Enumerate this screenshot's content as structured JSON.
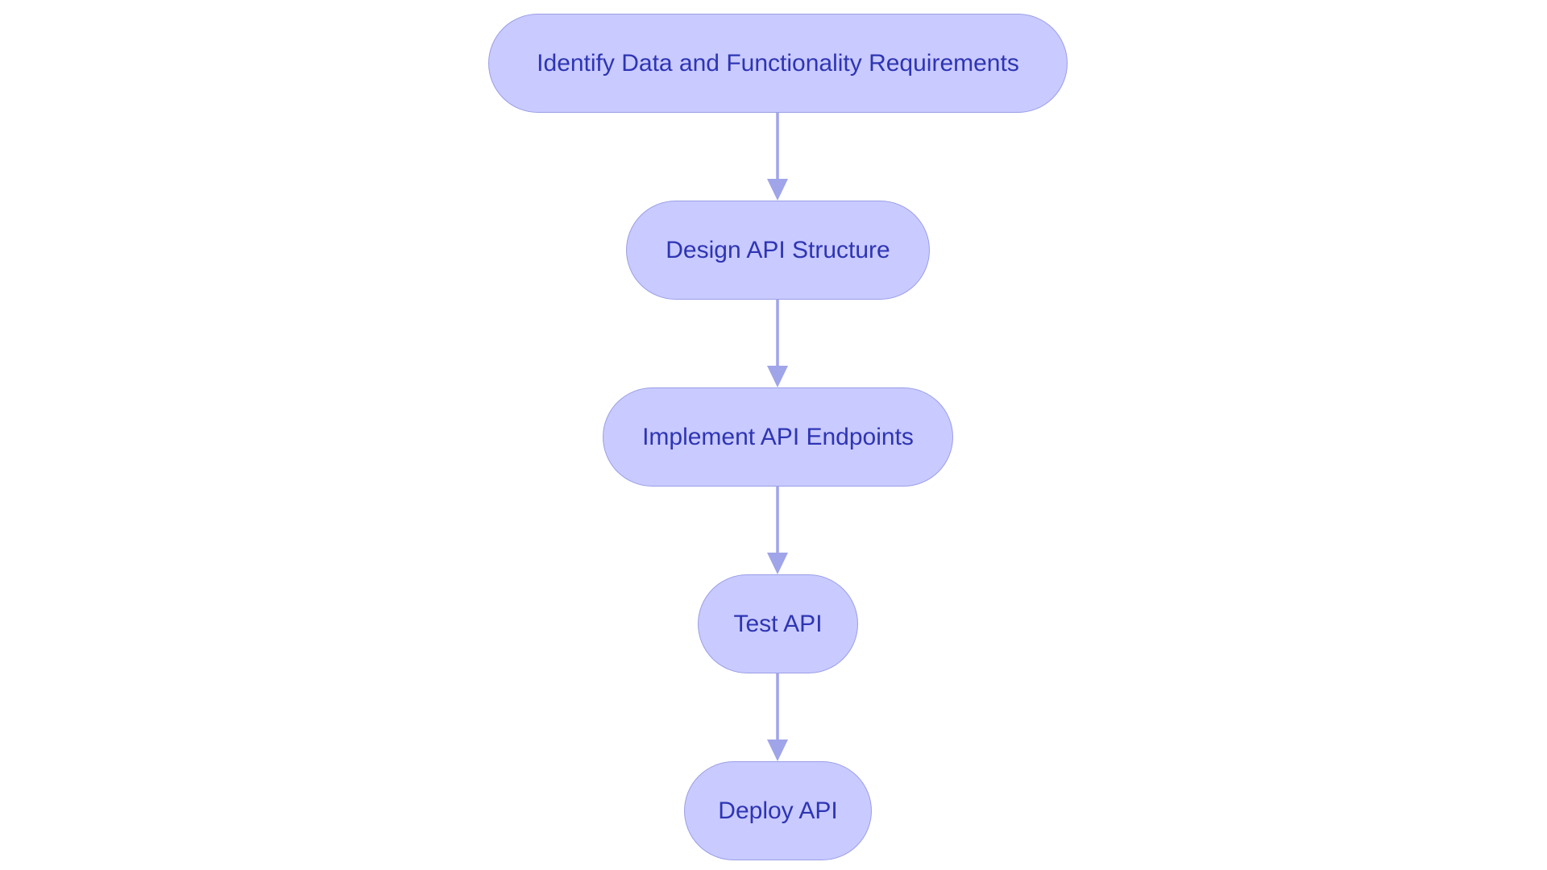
{
  "colors": {
    "node_fill": "#c9caff",
    "node_border": "#9a9fe6",
    "node_text": "#2e35b3",
    "edge": "#a0a4e8",
    "background": "#ffffff"
  },
  "flowchart": {
    "nodes": [
      {
        "id": "identify",
        "label": "Identify Data and Functionality Requirements"
      },
      {
        "id": "design",
        "label": "Design API Structure"
      },
      {
        "id": "implement",
        "label": "Implement API Endpoints"
      },
      {
        "id": "test",
        "label": "Test API"
      },
      {
        "id": "deploy",
        "label": "Deploy API"
      }
    ],
    "edges": [
      {
        "from": "identify",
        "to": "design"
      },
      {
        "from": "design",
        "to": "implement"
      },
      {
        "from": "implement",
        "to": "test"
      },
      {
        "from": "test",
        "to": "deploy"
      }
    ]
  }
}
